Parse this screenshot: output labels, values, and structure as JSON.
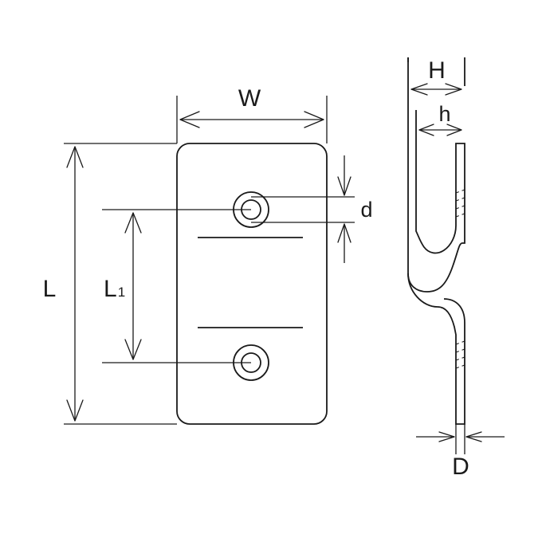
{
  "labels": {
    "width": "W",
    "length": "L",
    "hole_pitch": "L",
    "hole_pitch_subscript": "1",
    "hole_diameter": "d",
    "height": "H",
    "inner_height": "h",
    "thickness": "D"
  },
  "colors": {
    "line": "#1a1a1a",
    "background": "#ffffff"
  }
}
